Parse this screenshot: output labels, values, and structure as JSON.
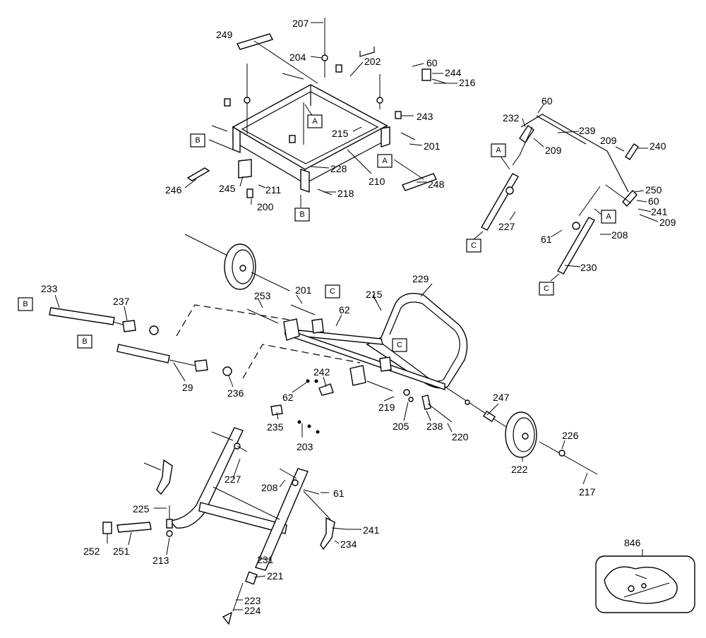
{
  "callouts": [
    {
      "id": "c207",
      "text": "207"
    },
    {
      "id": "c249",
      "text": "249"
    },
    {
      "id": "c204",
      "text": "204"
    },
    {
      "id": "c202",
      "text": "202"
    },
    {
      "id": "c60a",
      "text": "60"
    },
    {
      "id": "c244",
      "text": "244"
    },
    {
      "id": "c216",
      "text": "216"
    },
    {
      "id": "c243",
      "text": "243"
    },
    {
      "id": "c215a",
      "text": "215"
    },
    {
      "id": "c201a",
      "text": "201"
    },
    {
      "id": "c228",
      "text": "228"
    },
    {
      "id": "c210",
      "text": "210"
    },
    {
      "id": "c246",
      "text": "246"
    },
    {
      "id": "c245",
      "text": "245"
    },
    {
      "id": "c211",
      "text": "211"
    },
    {
      "id": "c200",
      "text": "200"
    },
    {
      "id": "c218",
      "text": "218"
    },
    {
      "id": "c248",
      "text": "248"
    },
    {
      "id": "c60b",
      "text": "60"
    },
    {
      "id": "c232",
      "text": "232"
    },
    {
      "id": "c239",
      "text": "239"
    },
    {
      "id": "c209a",
      "text": "209"
    },
    {
      "id": "c209b",
      "text": "209"
    },
    {
      "id": "c240",
      "text": "240"
    },
    {
      "id": "c250",
      "text": "250"
    },
    {
      "id": "c60c",
      "text": "60"
    },
    {
      "id": "c241a",
      "text": "241"
    },
    {
      "id": "c209c",
      "text": "209"
    },
    {
      "id": "c227a",
      "text": "227"
    },
    {
      "id": "c61a",
      "text": "61"
    },
    {
      "id": "c208a",
      "text": "208"
    },
    {
      "id": "c230",
      "text": "230"
    },
    {
      "id": "c233",
      "text": "233"
    },
    {
      "id": "c237",
      "text": "237"
    },
    {
      "id": "c253",
      "text": "253"
    },
    {
      "id": "c201b",
      "text": "201"
    },
    {
      "id": "c62a",
      "text": "62"
    },
    {
      "id": "c215b",
      "text": "215"
    },
    {
      "id": "c229",
      "text": "229"
    },
    {
      "id": "c29",
      "text": "29"
    },
    {
      "id": "c236",
      "text": "236"
    },
    {
      "id": "c242",
      "text": "242"
    },
    {
      "id": "c62b",
      "text": "62"
    },
    {
      "id": "c219",
      "text": "219"
    },
    {
      "id": "c205",
      "text": "205"
    },
    {
      "id": "c238",
      "text": "238"
    },
    {
      "id": "c220",
      "text": "220"
    },
    {
      "id": "c247",
      "text": "247"
    },
    {
      "id": "c235",
      "text": "235"
    },
    {
      "id": "c203",
      "text": "203"
    },
    {
      "id": "c226",
      "text": "226"
    },
    {
      "id": "c222",
      "text": "222"
    },
    {
      "id": "c217",
      "text": "217"
    },
    {
      "id": "c227b",
      "text": "227"
    },
    {
      "id": "c208b",
      "text": "208"
    },
    {
      "id": "c61b",
      "text": "61"
    },
    {
      "id": "c225",
      "text": "225"
    },
    {
      "id": "c241b",
      "text": "241"
    },
    {
      "id": "c234",
      "text": "234"
    },
    {
      "id": "c252",
      "text": "252"
    },
    {
      "id": "c251",
      "text": "251"
    },
    {
      "id": "c213",
      "text": "213"
    },
    {
      "id": "c231",
      "text": "231"
    },
    {
      "id": "c221",
      "text": "221"
    },
    {
      "id": "c223",
      "text": "223"
    },
    {
      "id": "c224",
      "text": "224"
    },
    {
      "id": "c846",
      "text": "846"
    }
  ],
  "reference_boxes": [
    {
      "id": "bA1",
      "text": "A"
    },
    {
      "id": "bB1",
      "text": "B"
    },
    {
      "id": "bA2",
      "text": "A"
    },
    {
      "id": "bB2",
      "text": "B"
    },
    {
      "id": "bA3",
      "text": "A"
    },
    {
      "id": "bC1",
      "text": "C"
    },
    {
      "id": "bA4",
      "text": "A"
    },
    {
      "id": "bC2",
      "text": "C"
    },
    {
      "id": "bB3",
      "text": "B"
    },
    {
      "id": "bB4",
      "text": "B"
    },
    {
      "id": "bC3",
      "text": "C"
    },
    {
      "id": "bC4",
      "text": "C"
    }
  ]
}
